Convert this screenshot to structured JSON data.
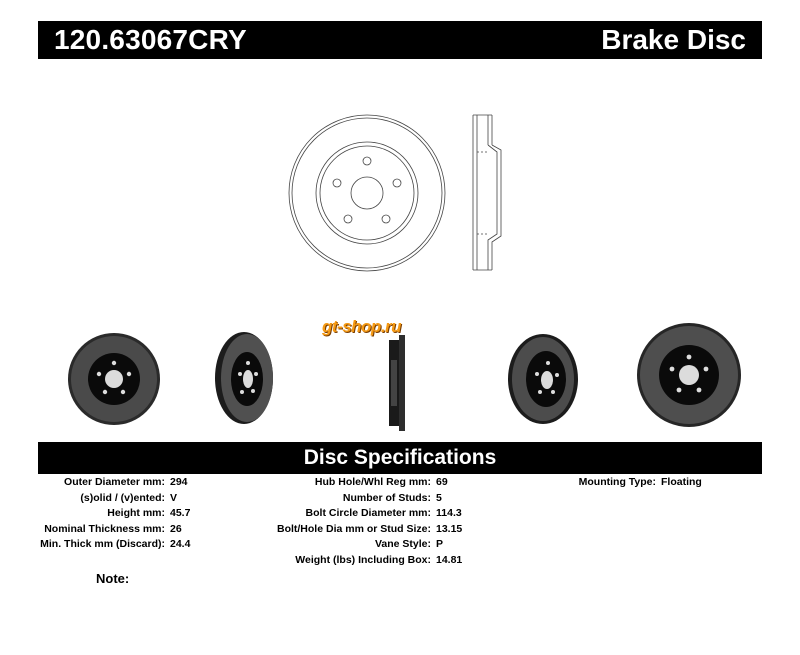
{
  "header": {
    "part_number": "120.63067CRY",
    "product_type": "Brake Disc"
  },
  "logo": {
    "text": "gt-shop.ru"
  },
  "specs_title": "Disc Specifications",
  "specs": {
    "col1": [
      {
        "label": "Outer Diameter mm:",
        "value": "294"
      },
      {
        "label": "(s)olid / (v)ented:",
        "value": "V"
      },
      {
        "label": "Height mm:",
        "value": "45.7"
      },
      {
        "label": "Nominal Thickness mm:",
        "value": "26"
      },
      {
        "label": "Min. Thick mm (Discard):",
        "value": "24.4"
      }
    ],
    "col2": [
      {
        "label": "Hub Hole/Whl Reg mm:",
        "value": "69"
      },
      {
        "label": "Number of Studs:",
        "value": "5"
      },
      {
        "label": "Bolt Circle Diameter mm:",
        "value": "114.3"
      },
      {
        "label": "Bolt/Hole Dia mm or Stud Size:",
        "value": "13.15"
      },
      {
        "label": "Vane Style:",
        "value": "P"
      },
      {
        "label": "Weight (lbs) Including Box:",
        "value": "14.81"
      }
    ],
    "col3": [
      {
        "label": "Mounting Type:",
        "value": "Floating"
      }
    ]
  },
  "note_label": "Note:",
  "colors": {
    "bar": "#000000",
    "logo": "#f59a14"
  }
}
